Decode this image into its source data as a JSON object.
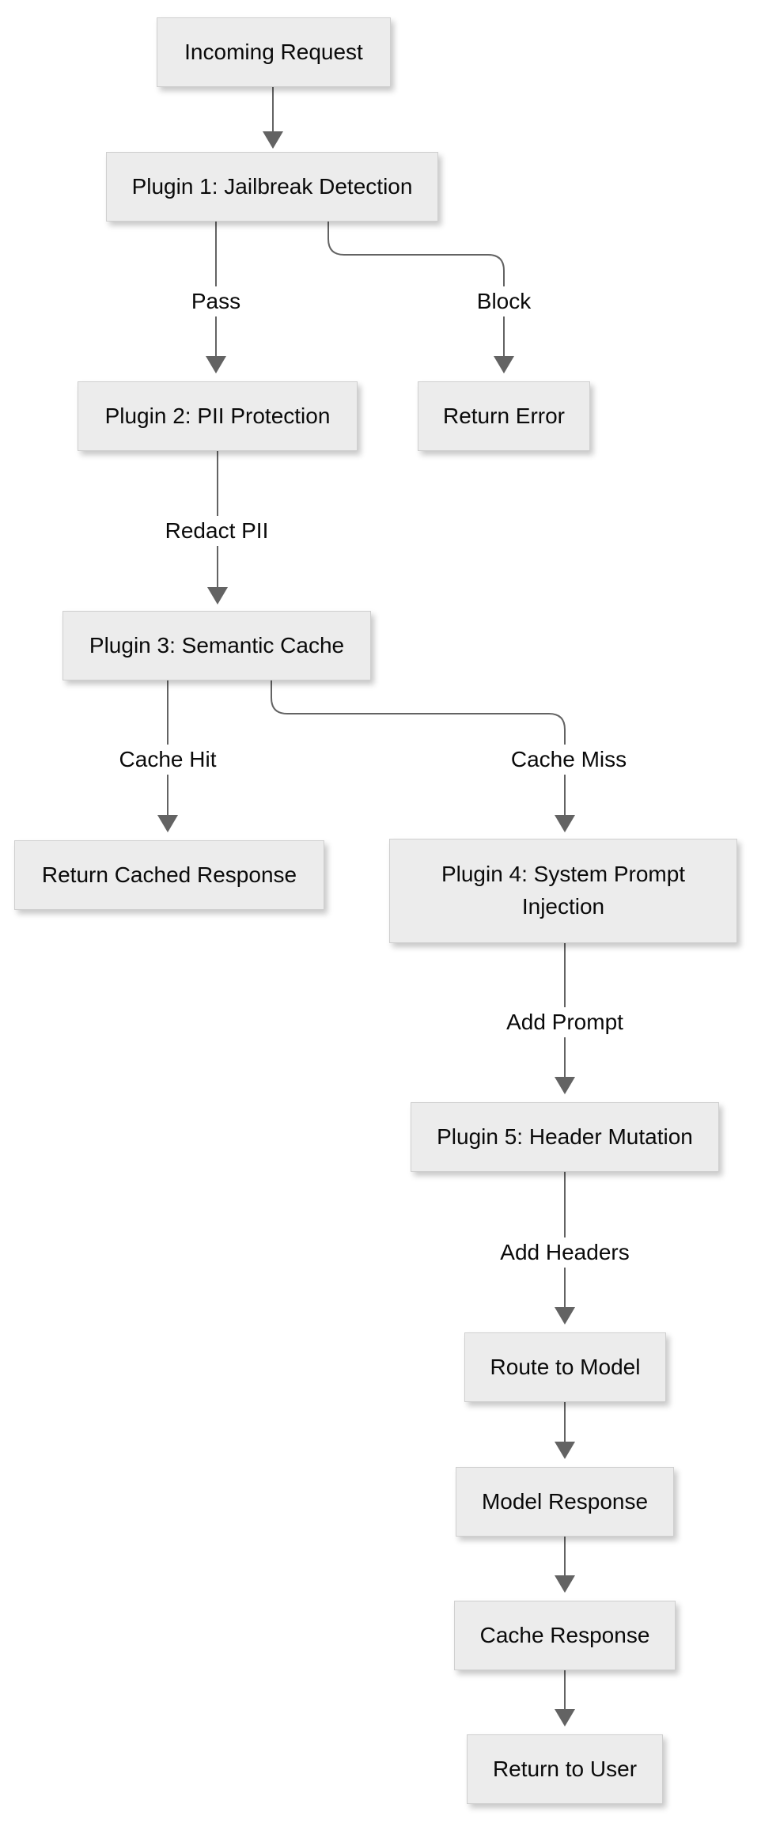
{
  "diagram": {
    "type": "flowchart",
    "direction": "top-down",
    "nodes": [
      {
        "id": "incoming",
        "label": "Incoming Request"
      },
      {
        "id": "plugin1",
        "label": "Plugin 1: Jailbreak Detection"
      },
      {
        "id": "plugin2",
        "label": "Plugin 2: PII Protection"
      },
      {
        "id": "return_error",
        "label": "Return Error"
      },
      {
        "id": "plugin3",
        "label": "Plugin 3: Semantic Cache"
      },
      {
        "id": "return_cached",
        "label": "Return Cached Response"
      },
      {
        "id": "plugin4",
        "label": "Plugin 4: System Prompt Injection"
      },
      {
        "id": "plugin5",
        "label": "Plugin 5: Header Mutation"
      },
      {
        "id": "route_to_model",
        "label": "Route to Model"
      },
      {
        "id": "model_response",
        "label": "Model Response"
      },
      {
        "id": "cache_response",
        "label": "Cache Response"
      },
      {
        "id": "return_to_user",
        "label": "Return to User"
      }
    ],
    "edges": [
      {
        "from": "incoming",
        "to": "plugin1",
        "label": ""
      },
      {
        "from": "plugin1",
        "to": "plugin2",
        "label": "Pass"
      },
      {
        "from": "plugin1",
        "to": "return_error",
        "label": "Block"
      },
      {
        "from": "plugin2",
        "to": "plugin3",
        "label": "Redact PII"
      },
      {
        "from": "plugin3",
        "to": "return_cached",
        "label": "Cache Hit"
      },
      {
        "from": "plugin3",
        "to": "plugin4",
        "label": "Cache Miss"
      },
      {
        "from": "plugin4",
        "to": "plugin5",
        "label": "Add Prompt"
      },
      {
        "from": "plugin5",
        "to": "route_to_model",
        "label": "Add Headers"
      },
      {
        "from": "route_to_model",
        "to": "model_response",
        "label": ""
      },
      {
        "from": "model_response",
        "to": "cache_response",
        "label": ""
      },
      {
        "from": "cache_response",
        "to": "return_to_user",
        "label": ""
      }
    ],
    "colors": {
      "node_fill": "#ececec",
      "node_border": "#cfcfcf",
      "edge": "#636363",
      "text": "#0a0a0a",
      "label_bg": "#ffffff"
    }
  }
}
